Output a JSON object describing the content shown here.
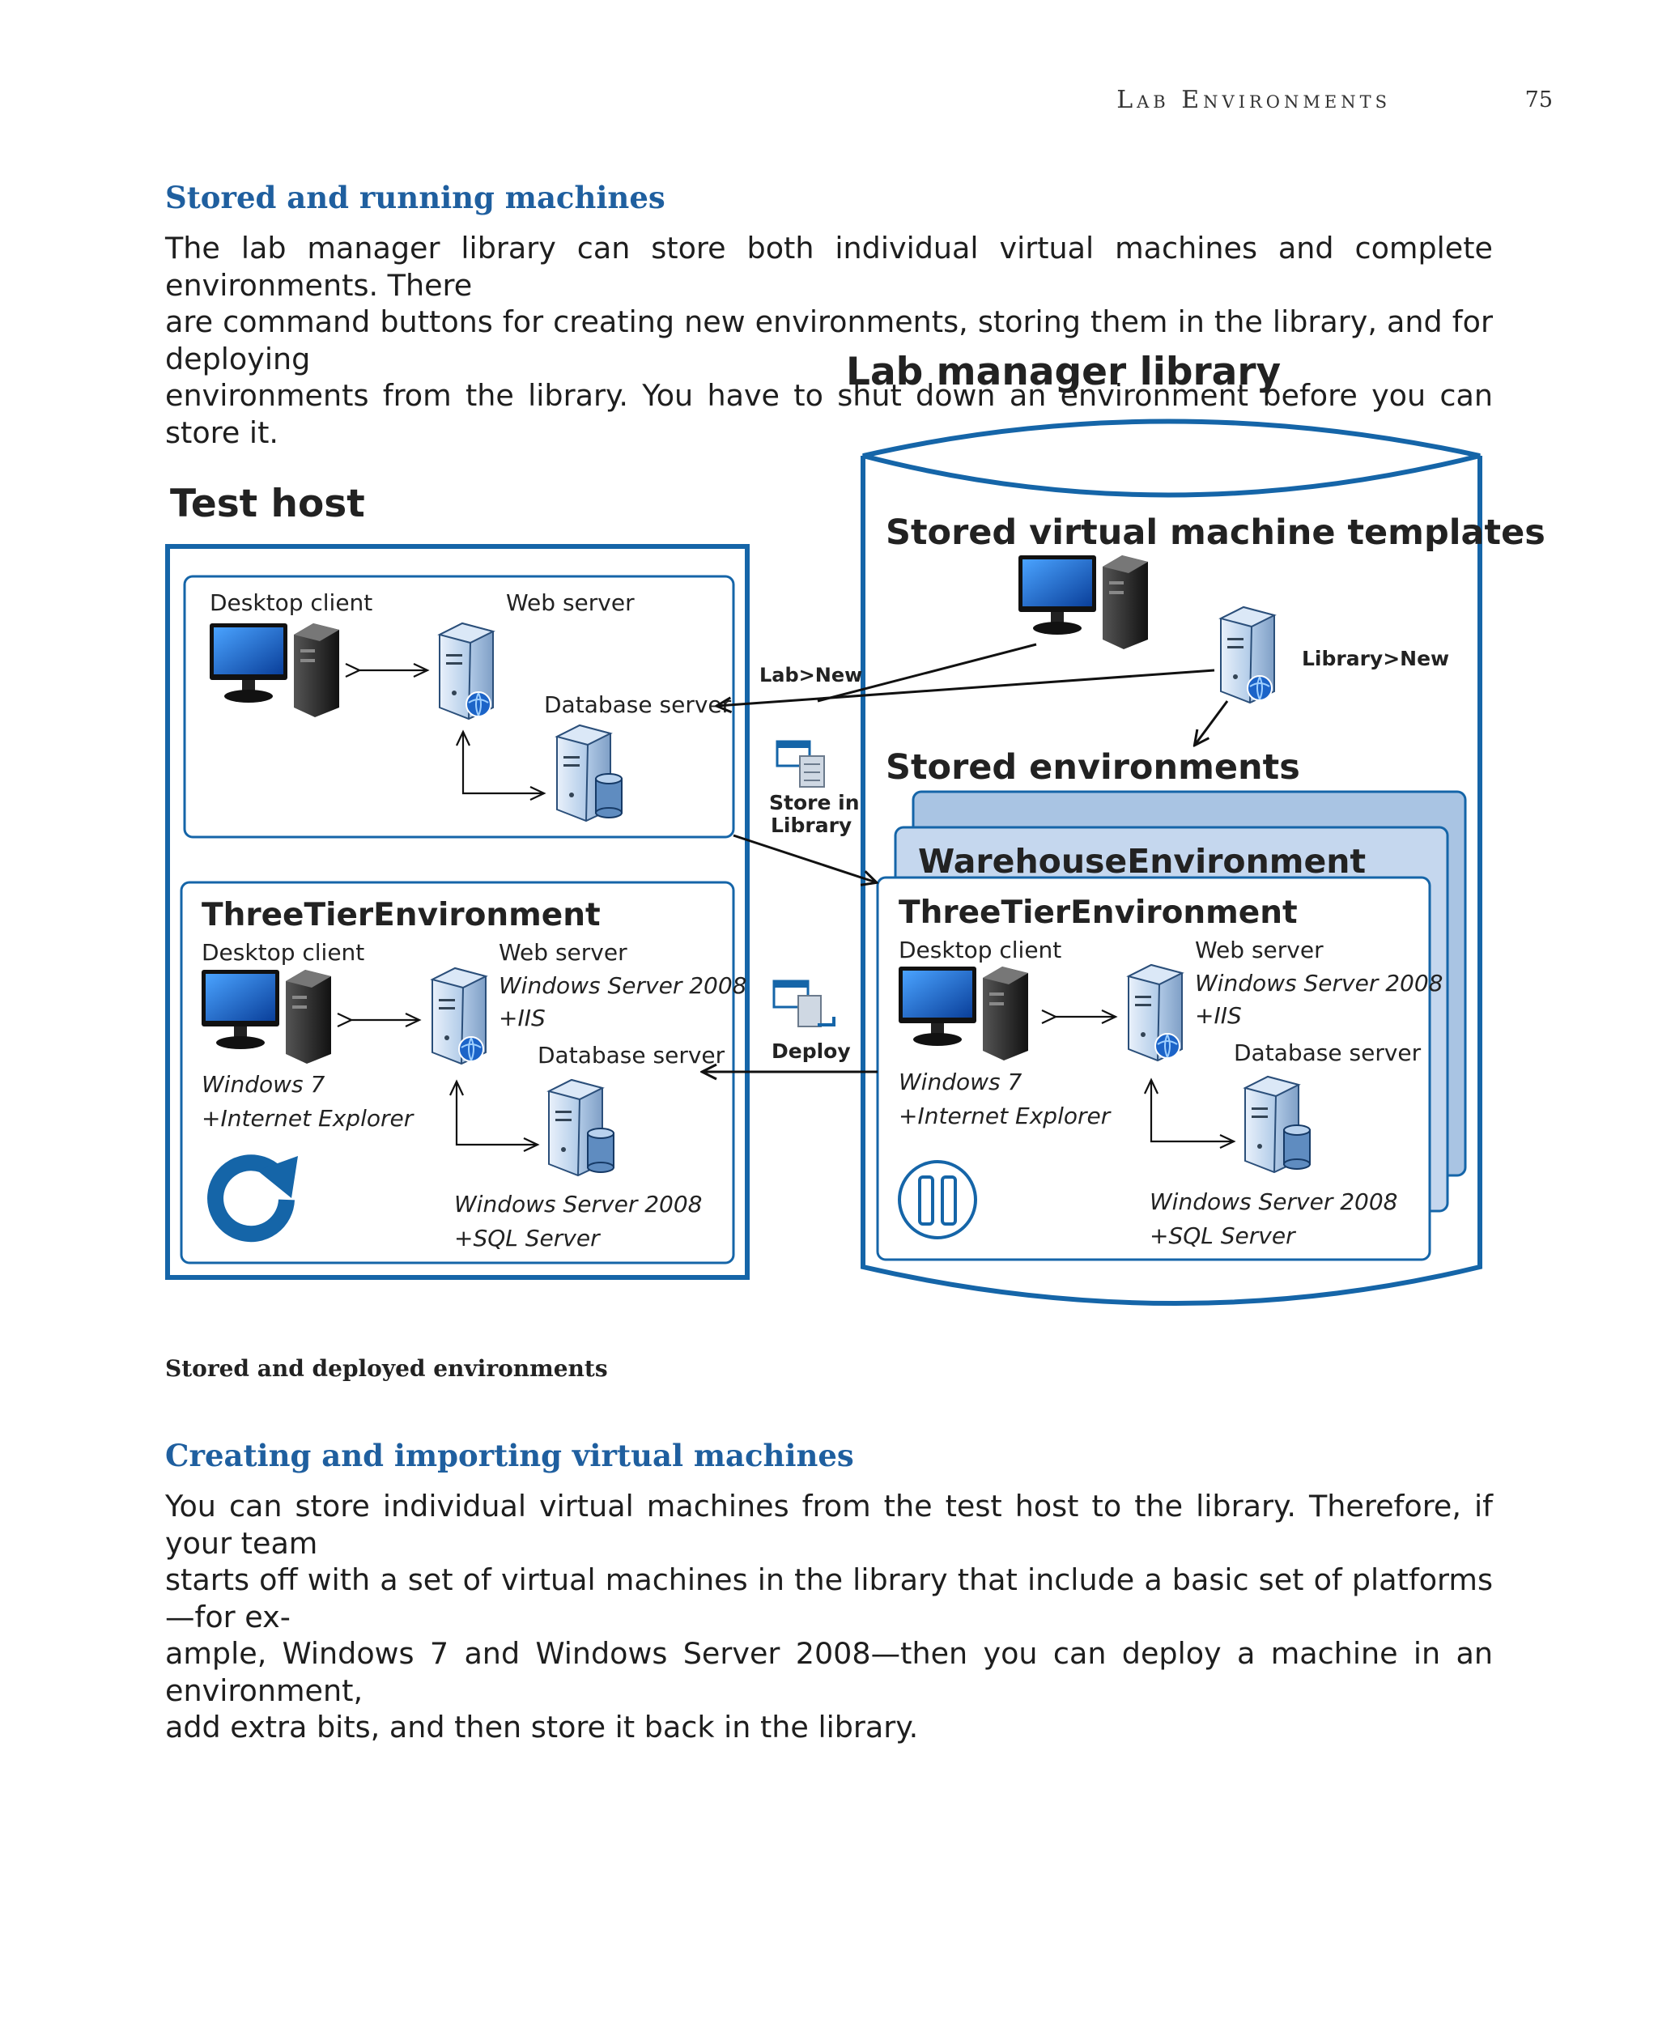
{
  "running_head": {
    "title": "Lab Environments",
    "page_number": "75"
  },
  "section1": {
    "heading": "Stored and running machines",
    "paragraph_lines": [
      "The lab manager library can store both individual virtual machines and complete environments. There",
      "are command buttons for creating new environments, storing them in the library, and for deploying",
      "environments from the library. You have to shut down an environment before you can store it."
    ]
  },
  "figure": {
    "caption": "Stored and deployed environments",
    "test_host": {
      "title": "Test host",
      "top_group": {
        "desktop_client": "Desktop client",
        "web_server": "Web server",
        "database_server": "Database server"
      },
      "env": {
        "name": "ThreeTierEnvironment",
        "desktop_client": "Desktop client",
        "web_server": "Web server",
        "web_os": "Windows Server 2008",
        "web_addon": "+IIS",
        "database_server": "Database server",
        "client_os": "Windows 7",
        "client_addon": "+Internet Explorer",
        "db_os": "Windows Server 2008",
        "db_addon": "+SQL Server"
      }
    },
    "commands": {
      "lab_new": "Lab>New",
      "store_line1": "Store in",
      "store_line2": "Library",
      "deploy": "Deploy"
    },
    "library": {
      "title": "Lab manager library",
      "templates_heading": "Stored virtual machine templates",
      "library_new": "Library>New",
      "environments_heading": "Stored environments",
      "warehouse_env": "WarehouseEnvironment",
      "env": {
        "name": "ThreeTierEnvironment",
        "desktop_client": "Desktop client",
        "web_server": "Web server",
        "web_os": "Windows Server 2008",
        "web_addon": "+IIS",
        "database_server": "Database server",
        "client_os": "Windows 7",
        "client_addon": "+Internet Explorer",
        "db_os": "Windows Server 2008",
        "db_addon": "+SQL Server"
      }
    },
    "colors": {
      "accent": "#1565a8",
      "panel_fill": "#a9c4e3",
      "panel_fill_2": "#c5d7ee",
      "heading": "#1f5f9f"
    }
  },
  "section2": {
    "heading": "Creating and importing virtual machines",
    "paragraph_lines": [
      "You can store individual virtual machines from the test host to the library. Therefore, if your team",
      "starts off with a set of virtual machines in the library that include a basic set of platforms—for ex-",
      "ample, Windows 7 and Windows Server 2008—then you can deploy a machine in an environment,",
      "add extra bits, and then store it back in the library."
    ]
  }
}
